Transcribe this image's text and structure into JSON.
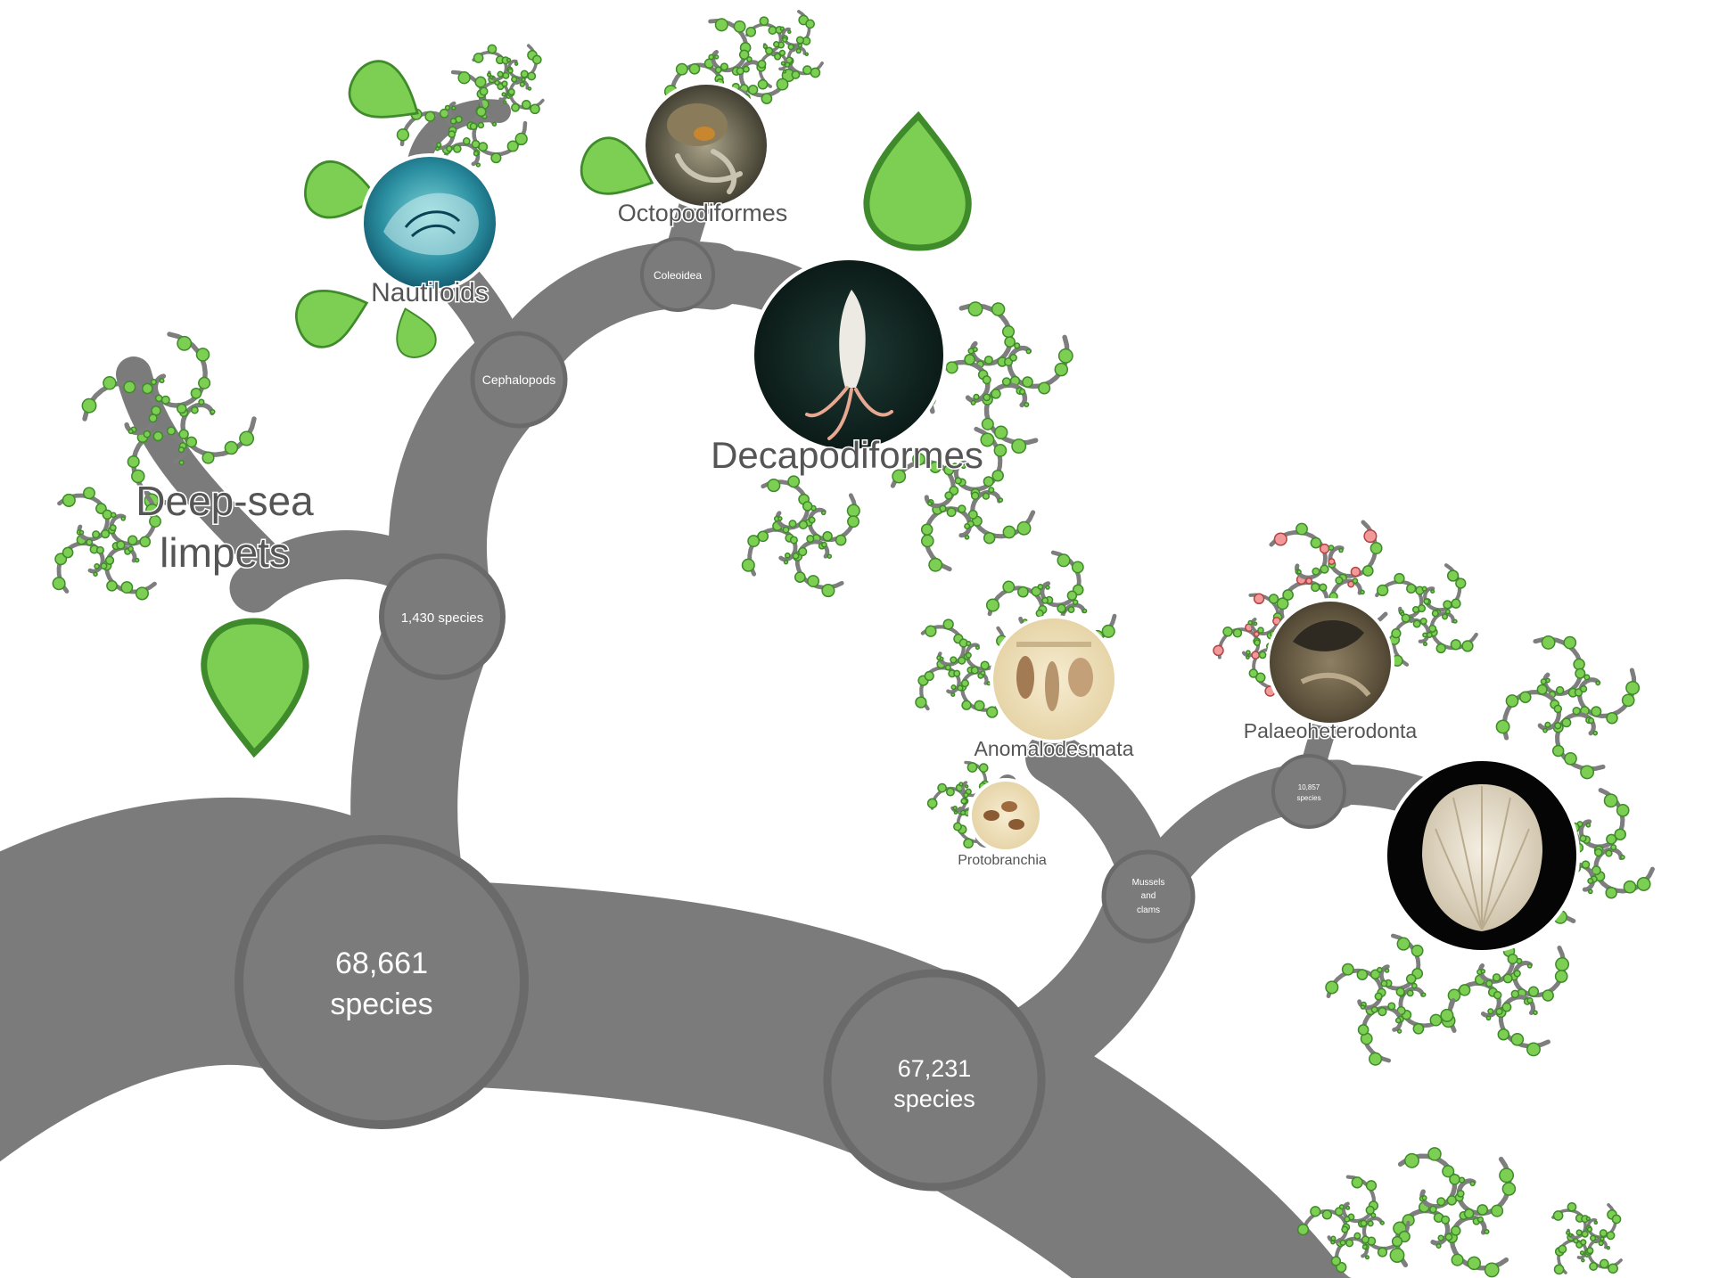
{
  "tree": {
    "nodes": {
      "mollusc_root": [
        "68,661",
        "species"
      ],
      "bivalves_root": [
        "67,231",
        "species"
      ],
      "gastropods_like": [
        "1,430 species"
      ],
      "cephalopods": [
        "Cephalopods"
      ],
      "coleoidea": [
        "Coleoidea"
      ],
      "mussels_clams": [
        "Mussels",
        "and",
        "clams"
      ],
      "heteroconchia": [
        "10,857",
        "species"
      ]
    },
    "taxa": {
      "deep_sea_limpets": [
        "Deep-sea",
        "limpets"
      ],
      "nautiloids": "Nautiloids",
      "octopodiformes": "Octopodiformes",
      "decapodiformes": "Decapodiformes",
      "anomalodesmata": "Anomalodesmata",
      "protobranchia": "Protobranchia",
      "palaeoheterodonta": "Palaeoheterodonta"
    }
  },
  "colors": {
    "branch": "#7b7b7b",
    "leaf_fill": "#7ccf52",
    "leaf_stroke": "#3f8a2a",
    "node_text": "#ffffff",
    "taxon_text": "#555555"
  },
  "icons": {
    "leaf": "leaf-icon",
    "photo": "taxon-photo"
  }
}
